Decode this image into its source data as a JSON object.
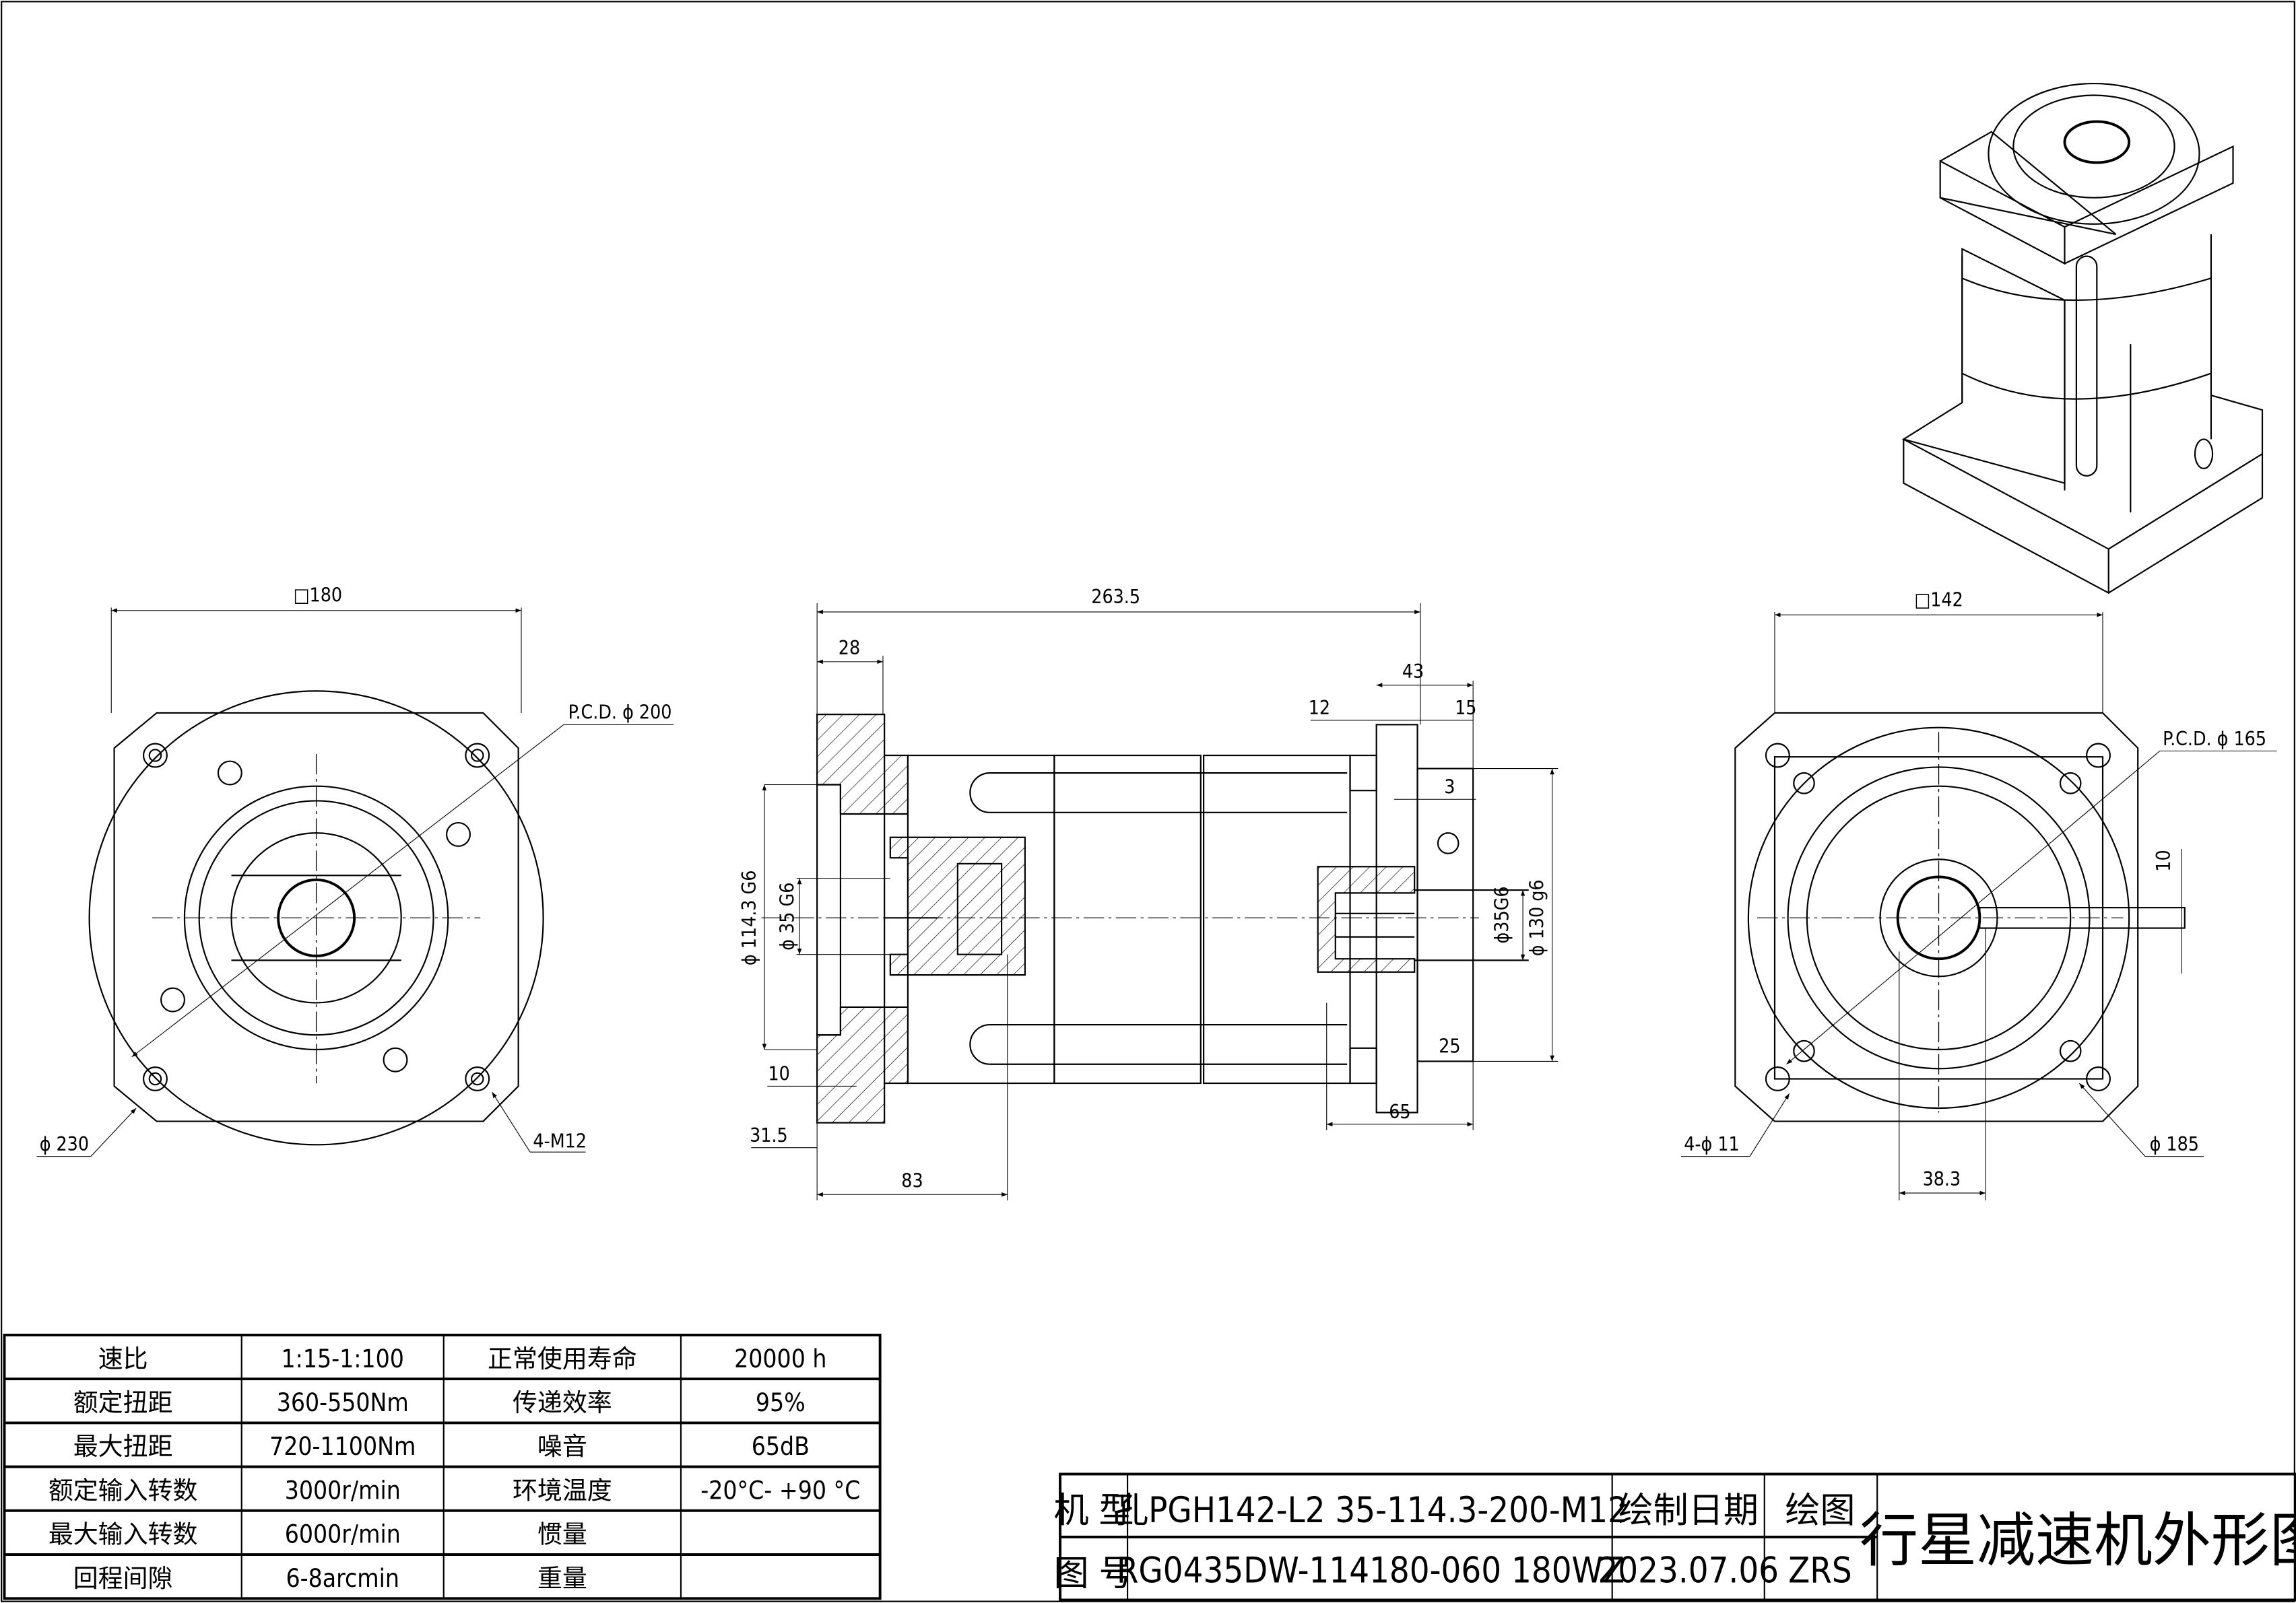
{
  "left_view": {
    "square_size": "□180",
    "pcd": "P.C.D. ϕ 200",
    "outer_dia": "ϕ 230",
    "bolt_holes": "4-M12"
  },
  "side_view": {
    "overall_length": "263.5",
    "flange_thickness": "28",
    "output_length": "43",
    "dim_12": "12",
    "dim_15": "15",
    "dim_3": "3",
    "shaft_dia": "ϕ 114.3  G6",
    "bore_dia": "ϕ 35 G6",
    "input_bore": "ϕ35G6",
    "input_pilot": "ϕ 130 g6",
    "dim_10": "10",
    "dim_31_5": "31.5",
    "dim_83": "83",
    "dim_25": "25",
    "dim_65": "65"
  },
  "right_view": {
    "square_size": "□142",
    "pcd": "P.C.D.  ϕ 165",
    "keyway": "10",
    "holes": "4-ϕ 11",
    "outer_dia": "ϕ 185",
    "key_height": "38.3"
  },
  "spec_table": {
    "rows": [
      [
        "速比",
        "1:15-1:100",
        "正常使用寿命",
        "20000  h"
      ],
      [
        "额定扭距",
        "360-550Nm",
        "传递效率",
        "95%"
      ],
      [
        "最大扭距",
        "720-1100Nm",
        "噪音",
        "65dB"
      ],
      [
        "额定输入转数",
        "3000r/min",
        "环境温度",
        "-20°C- +90 °C"
      ],
      [
        "最大输入转数",
        "6000r/min",
        "惯量",
        ""
      ],
      [
        "回程间隙",
        "6-8arcmin",
        "重量",
        ""
      ]
    ]
  },
  "title_block": {
    "model_label": "机  型",
    "model_value": "孔PGH142-L2  35-114.3-200-M12",
    "drawing_no_label": "图  号",
    "drawing_no_value": "RG0435DW-114180-060  180WZ",
    "date_label": "绘制日期",
    "date_value": "2023.07.06",
    "drafter_label": "绘图",
    "drafter_value": "ZRS",
    "title": "行星减速机外形图"
  }
}
